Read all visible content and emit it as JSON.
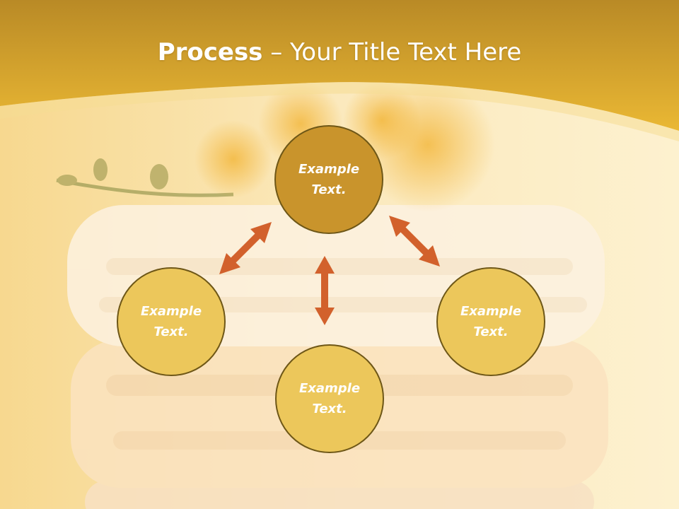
{
  "title": {
    "bold": "Process",
    "rest": " – Your Title Text Here"
  },
  "nodes": {
    "top": "Example\nText.",
    "left": "Example\nText.",
    "right": "Example\nText.",
    "bottom": "Example\nText."
  },
  "colors": {
    "header": "#e4ae2c",
    "hub_fill": "#c9942c",
    "node_fill": "#ecc75b",
    "arrow": "#d2612c",
    "outline": "#6e5717"
  }
}
